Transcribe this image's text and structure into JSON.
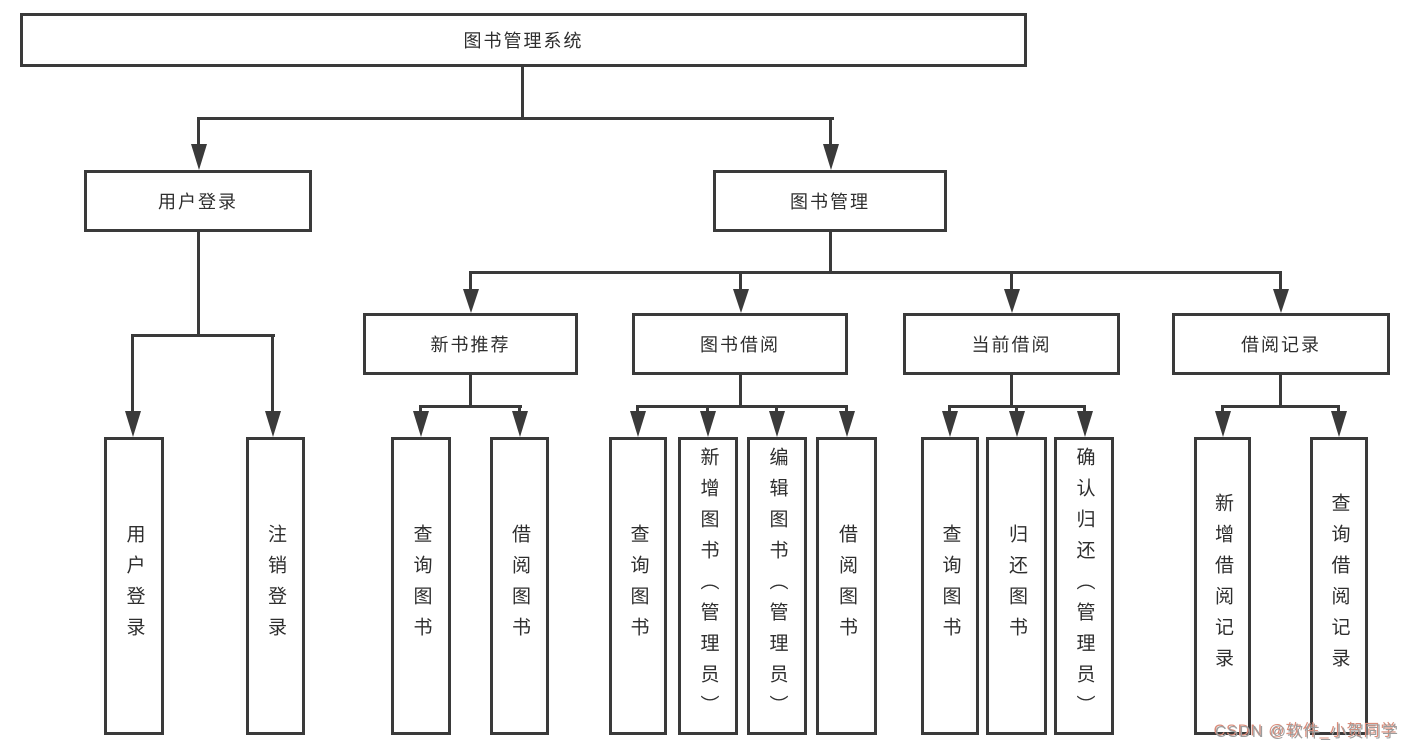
{
  "diagram": {
    "root": {
      "label": "图书管理系统"
    },
    "level2": [
      {
        "label": "用户登录"
      },
      {
        "label": "图书管理"
      }
    ],
    "level3": [
      {
        "label": "新书推荐",
        "parent": "图书管理"
      },
      {
        "label": "图书借阅",
        "parent": "图书管理"
      },
      {
        "label": "当前借阅",
        "parent": "图书管理"
      },
      {
        "label": "借阅记录",
        "parent": "图书管理"
      }
    ],
    "leaves": [
      {
        "label": "用户登录",
        "parent": "用户登录"
      },
      {
        "label": "注销登录",
        "parent": "用户登录"
      },
      {
        "label": "查询图书",
        "parent": "新书推荐"
      },
      {
        "label": "借阅图书",
        "parent": "新书推荐"
      },
      {
        "label": "查询图书",
        "parent": "图书借阅"
      },
      {
        "label": "新增图书（管理员）",
        "parent": "图书借阅"
      },
      {
        "label": "编辑图书（管理员）",
        "parent": "图书借阅"
      },
      {
        "label": "借阅图书",
        "parent": "图书借阅"
      },
      {
        "label": "查询图书",
        "parent": "当前借阅"
      },
      {
        "label": "归还图书",
        "parent": "当前借阅"
      },
      {
        "label": "确认归还（管理员）",
        "parent": "当前借阅"
      },
      {
        "label": "新增借阅记录",
        "parent": "借阅记录"
      },
      {
        "label": "查询借阅记录",
        "parent": "借阅记录"
      }
    ]
  },
  "watermark": {
    "text": "CSDN @软件_小贺同学"
  },
  "colors": {
    "background": "#ffffff",
    "line": "#3a3a3a",
    "box_border": "#3a3a3a",
    "text": "#2e2e2e",
    "watermark_gray": "#9c9c9c",
    "watermark_red": "#d98c7a"
  }
}
